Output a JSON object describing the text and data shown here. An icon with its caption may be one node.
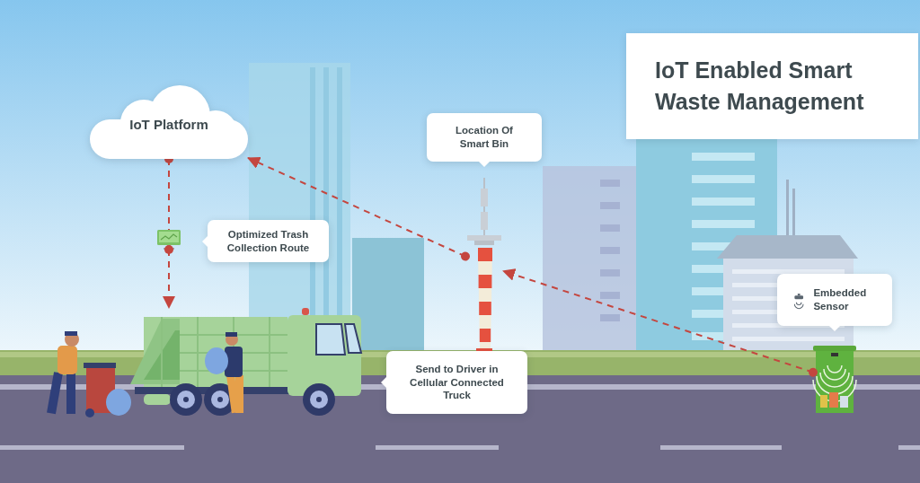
{
  "diagram": {
    "title": "IoT Enabled Smart Waste Management",
    "nodes": [
      {
        "text": [
          "IoT Platform"
        ]
      },
      {
        "text": [
          "Location Of Smart Bin"
        ]
      },
      {
        "text": [
          "Optimized Trash Collection Route"
        ]
      },
      {
        "text": [
          "Send to Driver in Cellular Connected Truck"
        ]
      },
      {
        "text": [
          "Embedded Sensor"
        ]
      },
      {
        "text": [],
        "shape": "picture"
      },
      {
        "text": [],
        "shape": "picture"
      },
      {
        "text": [],
        "shape": "picture"
      },
      {
        "text": [],
        "shape": "picture"
      }
    ],
    "edges": [
      {
        "from": 8,
        "to": 5,
        "arrow": "to",
        "style": "dashed"
      },
      {
        "from": 5,
        "to": 0,
        "arrow": "to",
        "style": "dashed"
      },
      {
        "from": 0,
        "to": 6,
        "arrow": "other",
        "style": "dashed"
      },
      {
        "from": 6,
        "to": 7,
        "arrow": "to",
        "style": "dashed"
      }
    ]
  }
}
